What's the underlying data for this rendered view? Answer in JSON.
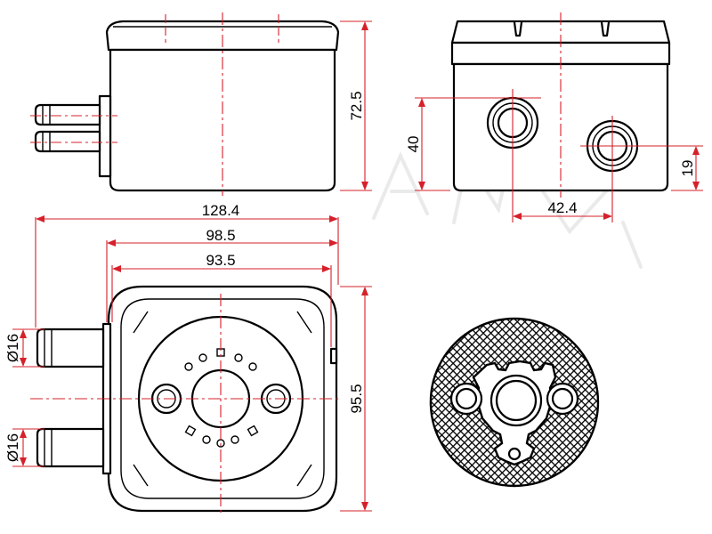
{
  "dimensions": {
    "side_height": "72.5",
    "front_height": "40",
    "front_offset": "19",
    "front_spacing": "42.4",
    "overall_width": "128.4",
    "body_width": "98.5",
    "inner_width": "93.5",
    "plan_height": "95.5",
    "pipe_dia_top": "Ø16",
    "pipe_dia_bottom": "Ø16"
  },
  "colors": {
    "outline": "#000000",
    "dimension": "#d6202a",
    "gasket_mesh": "#000000",
    "watermark": "#d9d9d9"
  }
}
